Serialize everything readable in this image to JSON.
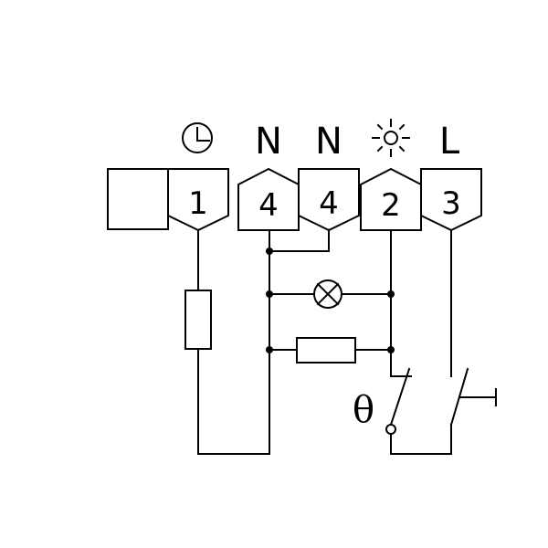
{
  "terminal_labels": {
    "t1": "1",
    "t4a": "4",
    "t4b": "4",
    "t2": "2",
    "t3": "3"
  },
  "header_labels": {
    "n1": "N",
    "n2": "N",
    "l": "L"
  },
  "header_icons": {
    "above_terminal_1": "clock-icon",
    "above_terminal_2": "sun-icon"
  },
  "switch_label": "θ"
}
